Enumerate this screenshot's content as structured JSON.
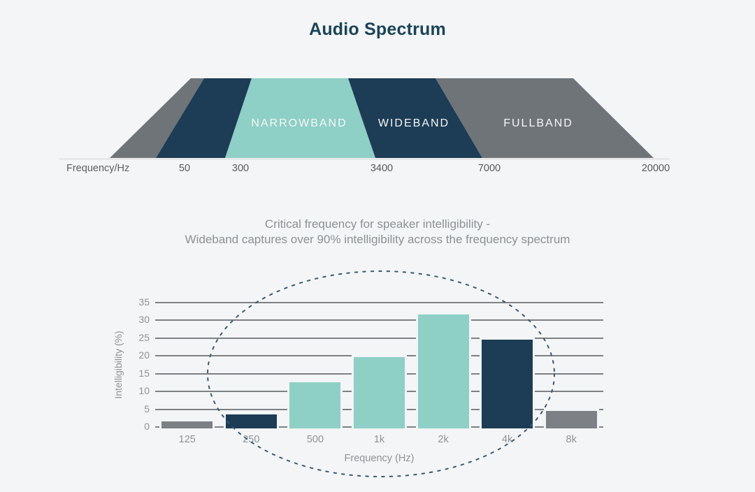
{
  "title": "Audio Spectrum",
  "spectrum": {
    "axis_label": "Frequency/Hz",
    "freq_ticks": [
      "50",
      "300",
      "3400",
      "7000",
      "20000"
    ],
    "segments": [
      {
        "label": "",
        "color": "#6f7478"
      },
      {
        "label": "",
        "color": "#1d3c55"
      },
      {
        "label": "NARROWBAND",
        "color": "#8ecfc6"
      },
      {
        "label": "WIDEBAND",
        "color": "#1d3c55"
      },
      {
        "label": "FULLBAND",
        "color": "#6f7478"
      }
    ]
  },
  "caption": {
    "line1": "Critical frequency for speaker intelligibility -",
    "line2": "Wideband captures over 90% intelligibility across the frequency spectrum"
  },
  "chart_data": {
    "type": "bar",
    "title": "",
    "xlabel": "Frequency (Hz)",
    "ylabel": "Intelligibility (%)",
    "categories": [
      "125",
      "250",
      "500",
      "1k",
      "2k",
      "4k",
      "8k"
    ],
    "values": [
      2,
      4,
      13,
      20,
      32,
      25,
      5
    ],
    "bar_colors": [
      "#7d8185",
      "#1d3c55",
      "#8ecfc6",
      "#8ecfc6",
      "#8ecfc6",
      "#1d3c55",
      "#7d8185"
    ],
    "ylim": [
      0,
      35
    ],
    "ytick_step": 5,
    "grid": "horizontal",
    "legend": "none",
    "annotation": "dashed ellipse highlighting bars from 250 Hz to 4 kHz",
    "highlight_ellipse_color": "#3a5a73"
  },
  "colors": {
    "background": "#f4f5f6",
    "title_text": "#1b4457",
    "navy": "#1d3c55",
    "teal": "#8ecfc6",
    "gray": "#6f7478",
    "gridline": "#7d8184",
    "axis_text": "#8e9396",
    "caption_text": "#8b9195"
  }
}
